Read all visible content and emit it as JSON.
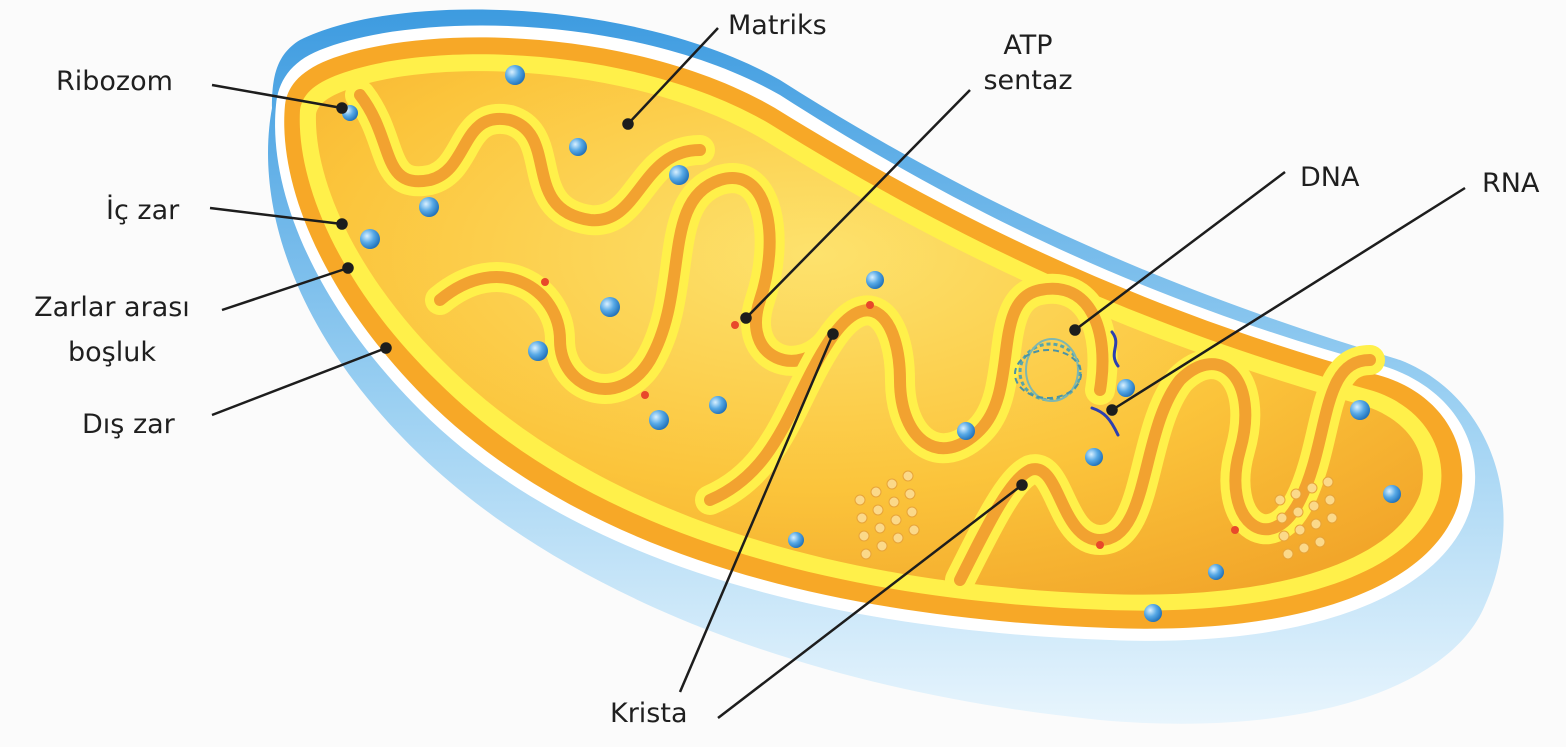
{
  "diagram": {
    "subject": "mitochondrion cross-section",
    "labels": {
      "ribozom": "Ribozom",
      "ic_zar": "İç zar",
      "zarlar_arasi_1": "Zarlar arası",
      "zarlar_arasi_2": "boşluk",
      "dis_zar": "Dış zar",
      "matriks": "Matriks",
      "atp_1": "ATP",
      "atp_2": "sentaz",
      "dna": "DNA",
      "rna": "RNA",
      "krista": "Krista"
    },
    "colors": {
      "outer_membrane": "#3d9be0",
      "outer_membrane_light": "#cfe9fb",
      "intermembrane_space": "#f7a827",
      "inner_membrane": "#fff04a",
      "matrix": "#f9c23c",
      "ribosome": "#3d8fd8",
      "leader_line": "#1d1d1d"
    }
  }
}
